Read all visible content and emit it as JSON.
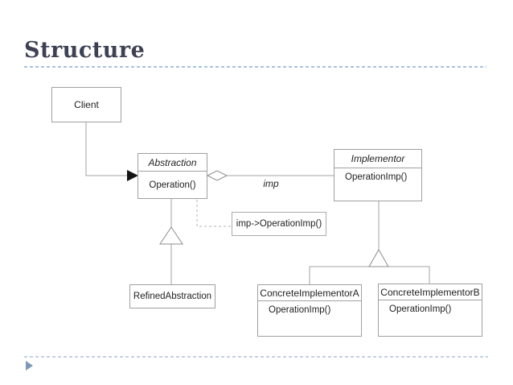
{
  "slide": {
    "title": "Structure",
    "title_color": "#3e4154",
    "rule_color": "#a9c3de",
    "marker_color": "#7e98b8"
  },
  "diagram": {
    "classes": {
      "client": {
        "name": "Client"
      },
      "abstraction": {
        "name": "Abstraction",
        "methods": [
          "Operation()"
        ]
      },
      "implementor": {
        "name": "Implementor",
        "methods": [
          "OperationImp()"
        ]
      },
      "refined_abstraction": {
        "name": "RefinedAbstraction"
      },
      "concrete_implementor_a": {
        "name": "ConcreteImplementorA",
        "methods": [
          "OperationImp()"
        ]
      },
      "concrete_implementor_b": {
        "name": "ConcreteImplementorB",
        "methods": [
          "OperationImp()"
        ]
      }
    },
    "labels": {
      "imp": "imp",
      "note": "imp->OperationImp()"
    }
  }
}
